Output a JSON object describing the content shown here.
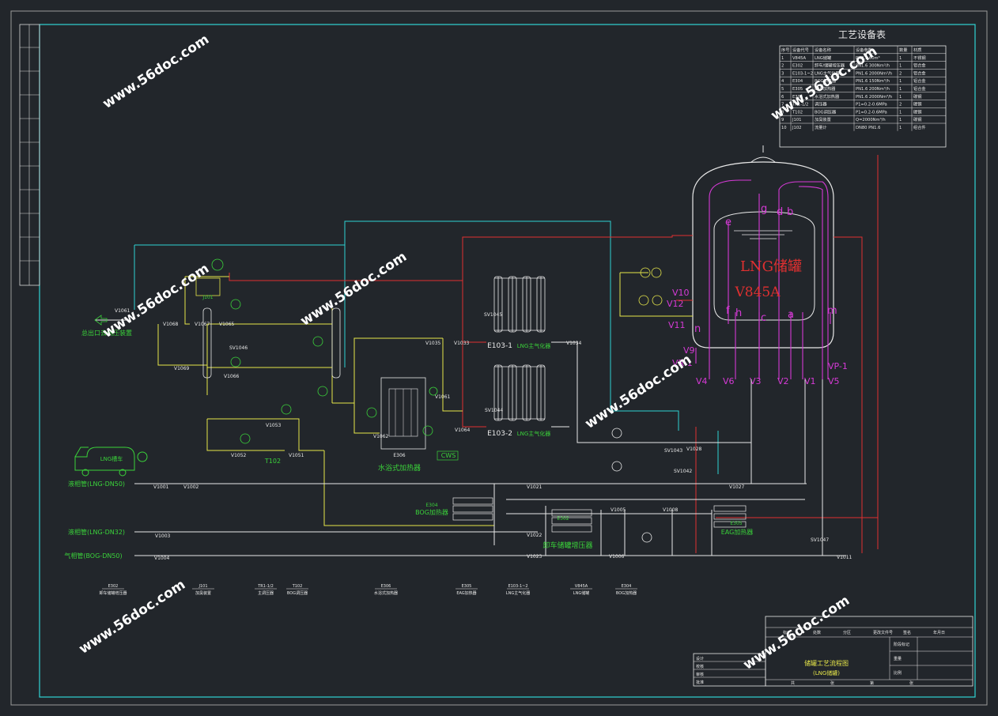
{
  "colors": {
    "background": "#22262b",
    "frame": "#d9d9d9",
    "cyan": "#2fd3d3",
    "red": "#e03030",
    "magenta": "#d63ad6",
    "yellow": "#e6e64a",
    "green": "#3ad23a",
    "white": "#e8e8e8",
    "watermark": "#ffffff"
  },
  "watermark": "www.56doc.com",
  "equipment_table": {
    "title": "工艺设备表",
    "header": [
      "序号",
      "设备代号",
      "设备名称",
      "设备参数",
      "数量",
      "材质"
    ],
    "rows": [
      [
        "1",
        "V845A",
        "LNG储罐",
        "PN0.3 60m³",
        "1",
        "不锈钢"
      ],
      [
        "2",
        "E302",
        "卸车/储罐增压器",
        "PN1.6 300Nm³/h",
        "1",
        "铝合金"
      ],
      [
        "3",
        "E103-1~2",
        "LNG主气化器",
        "PN1.6 2000Nm³/h",
        "2",
        "铝合金"
      ],
      [
        "4",
        "E304",
        "BOG加热器",
        "PN1.6 150Nm³/h",
        "1",
        "铝合金"
      ],
      [
        "5",
        "E305",
        "EAG加热器",
        "PN1.6 200Nm³/h",
        "1",
        "铝合金"
      ],
      [
        "6",
        "E306",
        "水浴式加热器",
        "PN1.6 2000Nm³/h",
        "1",
        "碳钢"
      ],
      [
        "7",
        "TR1-1/2",
        "调压器",
        "P1=0.2-0.6MPa",
        "2",
        "碳钢"
      ],
      [
        "8",
        "T102",
        "BOG调压器",
        "P1=0.2-0.6MPa",
        "1",
        "碳钢"
      ],
      [
        "9",
        "J101",
        "加臭装置",
        "Q=2000Nm³/h",
        "1",
        "碳钢"
      ],
      [
        "10",
        "J102",
        "流量计",
        "DN80 PN1.6",
        "1",
        "组合件"
      ]
    ]
  },
  "tank": {
    "title": "LNG储罐",
    "tag": "V845A",
    "nozzles_top": [
      "g",
      "d",
      "b"
    ],
    "nozzles_inner": [
      "e",
      "f",
      "h",
      "c",
      "a",
      "m",
      "n"
    ],
    "valves": [
      "V10",
      "V12",
      "V11",
      "V9",
      "VR-1",
      "V4",
      "V6",
      "V3",
      "V2",
      "V1",
      "V5",
      "VP-1"
    ]
  },
  "process_labels": {
    "outlet": "总出口去调压装置",
    "odorizer": "J101",
    "vaporizer1": "E103-1",
    "vaporizer2": "E103-2",
    "vaporizer_name1": "LNG主气化器",
    "vaporizer_name2": "LNG主气化器",
    "water_bath": "水浴式加热器",
    "water_bath_tag": "E306",
    "cws": "CWS",
    "bog_heater": "BOG加热器",
    "bog_heater_tag": "E304",
    "unload_pressurizer": "卸车储罐增压器",
    "unload_pressurizer_tag": "E302",
    "eag_heater": "EAG加热器",
    "eag_heater_tag": "E305",
    "truck": "LNG槽车",
    "liquid_pipe_main": "液相管(LNG-DN50)",
    "liquid_pipe_small": "液相管(LNG-DN32)",
    "gas_pipe": "气相管(BOG-DN50)",
    "regulator": "T102"
  },
  "valve_tags": [
    "V1061",
    "V1068",
    "V1067",
    "V1065",
    "V1066",
    "V1069",
    "SV1046",
    "V1053",
    "V1052",
    "V1051",
    "V1035",
    "V1033",
    "SV1045",
    "V1034",
    "V1061",
    "V1064",
    "SV1044",
    "V1062",
    "V1028",
    "SV1043",
    "SV1042",
    "V1027",
    "V1001",
    "V1002",
    "V1021",
    "V1022",
    "V1023",
    "V1005",
    "V1006",
    "V1008",
    "V1003",
    "V1004",
    "SV1047",
    "V1011"
  ],
  "bottom_labels": [
    {
      "tag": "E302",
      "name": "卸车储罐增压器"
    },
    {
      "tag": "J101",
      "name": "加臭装置"
    },
    {
      "tag": "TR1-1/2",
      "name": "主调压器"
    },
    {
      "tag": "T102",
      "name": "BOG调压器"
    },
    {
      "tag": "E306",
      "name": "水浴式加热器"
    },
    {
      "tag": "E305",
      "name": "EAG加热器"
    },
    {
      "tag": "E103-1~2",
      "name": "LNG主气化器"
    },
    {
      "tag": "V845A",
      "name": "LNG储罐"
    },
    {
      "tag": "E304",
      "name": "BOG加热器"
    }
  ],
  "title_block": {
    "drawing_title": "储罐工艺流程图",
    "drawing_subtitle": "(LNG储罐)",
    "rows": [
      "设计",
      "校核",
      "审核",
      "批准"
    ],
    "cells": [
      "标记",
      "处数",
      "分区",
      "更改文件号",
      "签名",
      "年月日"
    ],
    "right_labels": [
      "阶段标记",
      "重量",
      "比例"
    ],
    "footer": [
      "共",
      "张",
      "第",
      "张"
    ]
  }
}
